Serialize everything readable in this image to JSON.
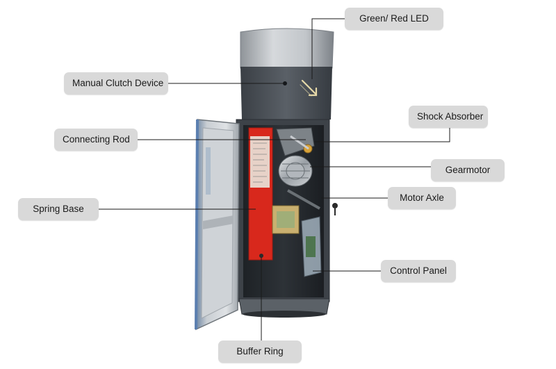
{
  "labels": {
    "green_red_led": "Green/ Red  LED",
    "manual_clutch": "Manual Clutch Device",
    "shock_absorber": "Shock Absorber",
    "connecting_rod": "Connecting Rod",
    "gearmotor": "Gearmotor",
    "spring_base": "Spring Base",
    "motor_axle": "Motor  Axle",
    "control_panel": "Control Panel",
    "buffer_ring": "Buffer Ring"
  },
  "colors": {
    "label_bg": "#d9d9d9",
    "leader_line": "#1a1a1a",
    "spring_red": "#d8281c",
    "cabinet_dark": "#4a4f55",
    "cabinet_silver": "#b9bdc1"
  }
}
